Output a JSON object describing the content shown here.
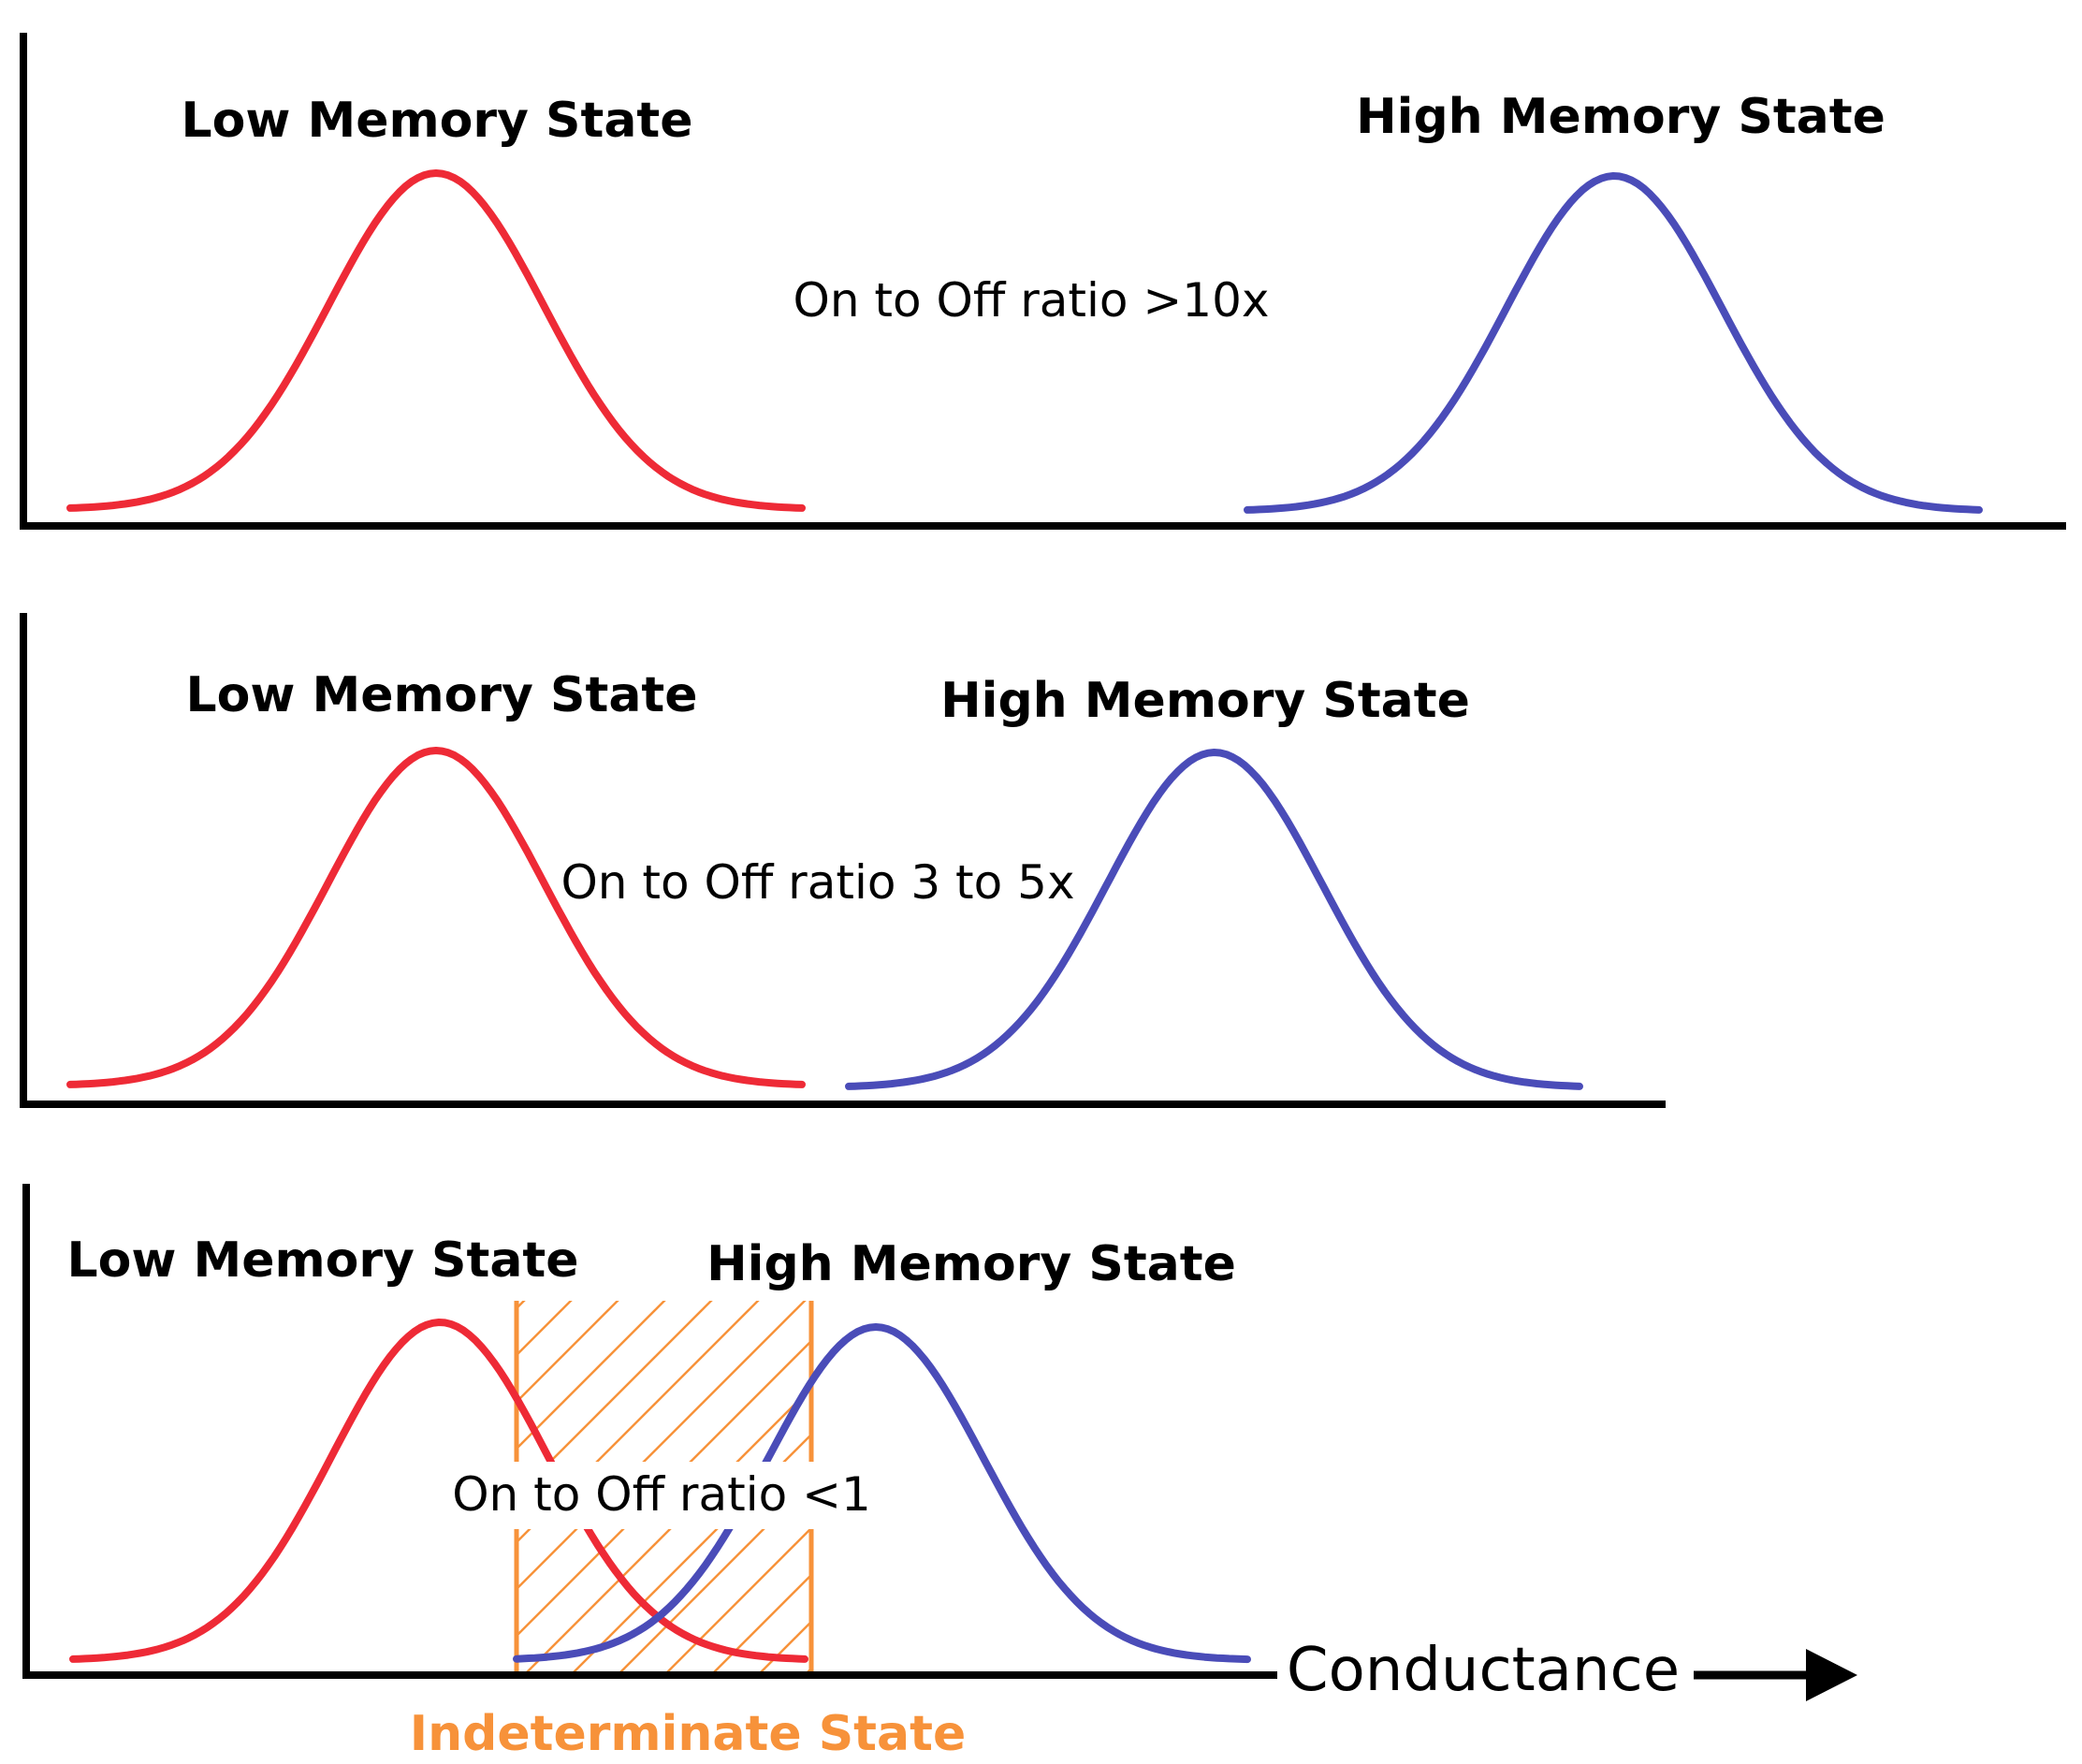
{
  "colors": {
    "low_state": "#ee2a36",
    "high_state": "#4a4cb8",
    "indeterminate": "#f7923a",
    "axis": "#000000"
  },
  "panels": [
    {
      "low_label": "Low Memory State",
      "high_label": "High Memory State",
      "ratio_label": "On to Off ratio >10x"
    },
    {
      "low_label": "Low Memory State",
      "high_label": "High Memory State",
      "ratio_label": "On to Off ratio 3 to 5x"
    },
    {
      "low_label": "Low Memory State",
      "high_label": "High Memory State",
      "ratio_label": "On to Off ratio <1",
      "indeterminate_label": "Indeterminate State"
    }
  ],
  "x_axis_label": "Conductance"
}
